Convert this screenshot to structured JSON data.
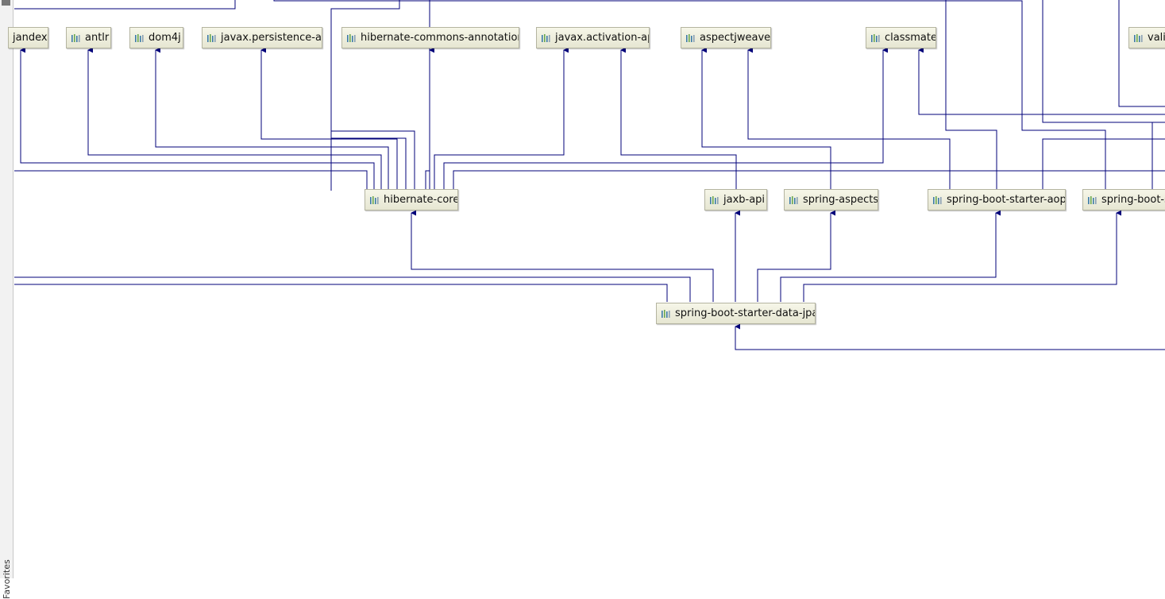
{
  "sidebar": {
    "favorites_label": "Favorites"
  },
  "colors": {
    "edge": "#00007a",
    "node_bg": "#eeeedd",
    "node_border": "#b4b4a0"
  },
  "icon": "library-bars-icon",
  "nodes": {
    "jandex": "jandex",
    "antlr": "antlr",
    "dom4j": "dom4j",
    "javax_persistence_api": "javax.persistence-api",
    "hibernate_commons_annotations": "hibernate-commons-annotations",
    "javax_activation_api": "javax.activation-api",
    "aspectjweaver": "aspectjweaver",
    "classmate": "classmate",
    "validation_partial": "vali",
    "hibernate_core": "hibernate-core",
    "jaxb_api": "jaxb-api",
    "spring_aspects": "spring-aspects",
    "spring_boot_starter_aop": "spring-boot-starter-aop",
    "spring_boot_partial": "spring-boot-s",
    "spring_boot_starter_data_jpa": "spring-boot-starter-data-jpa"
  }
}
